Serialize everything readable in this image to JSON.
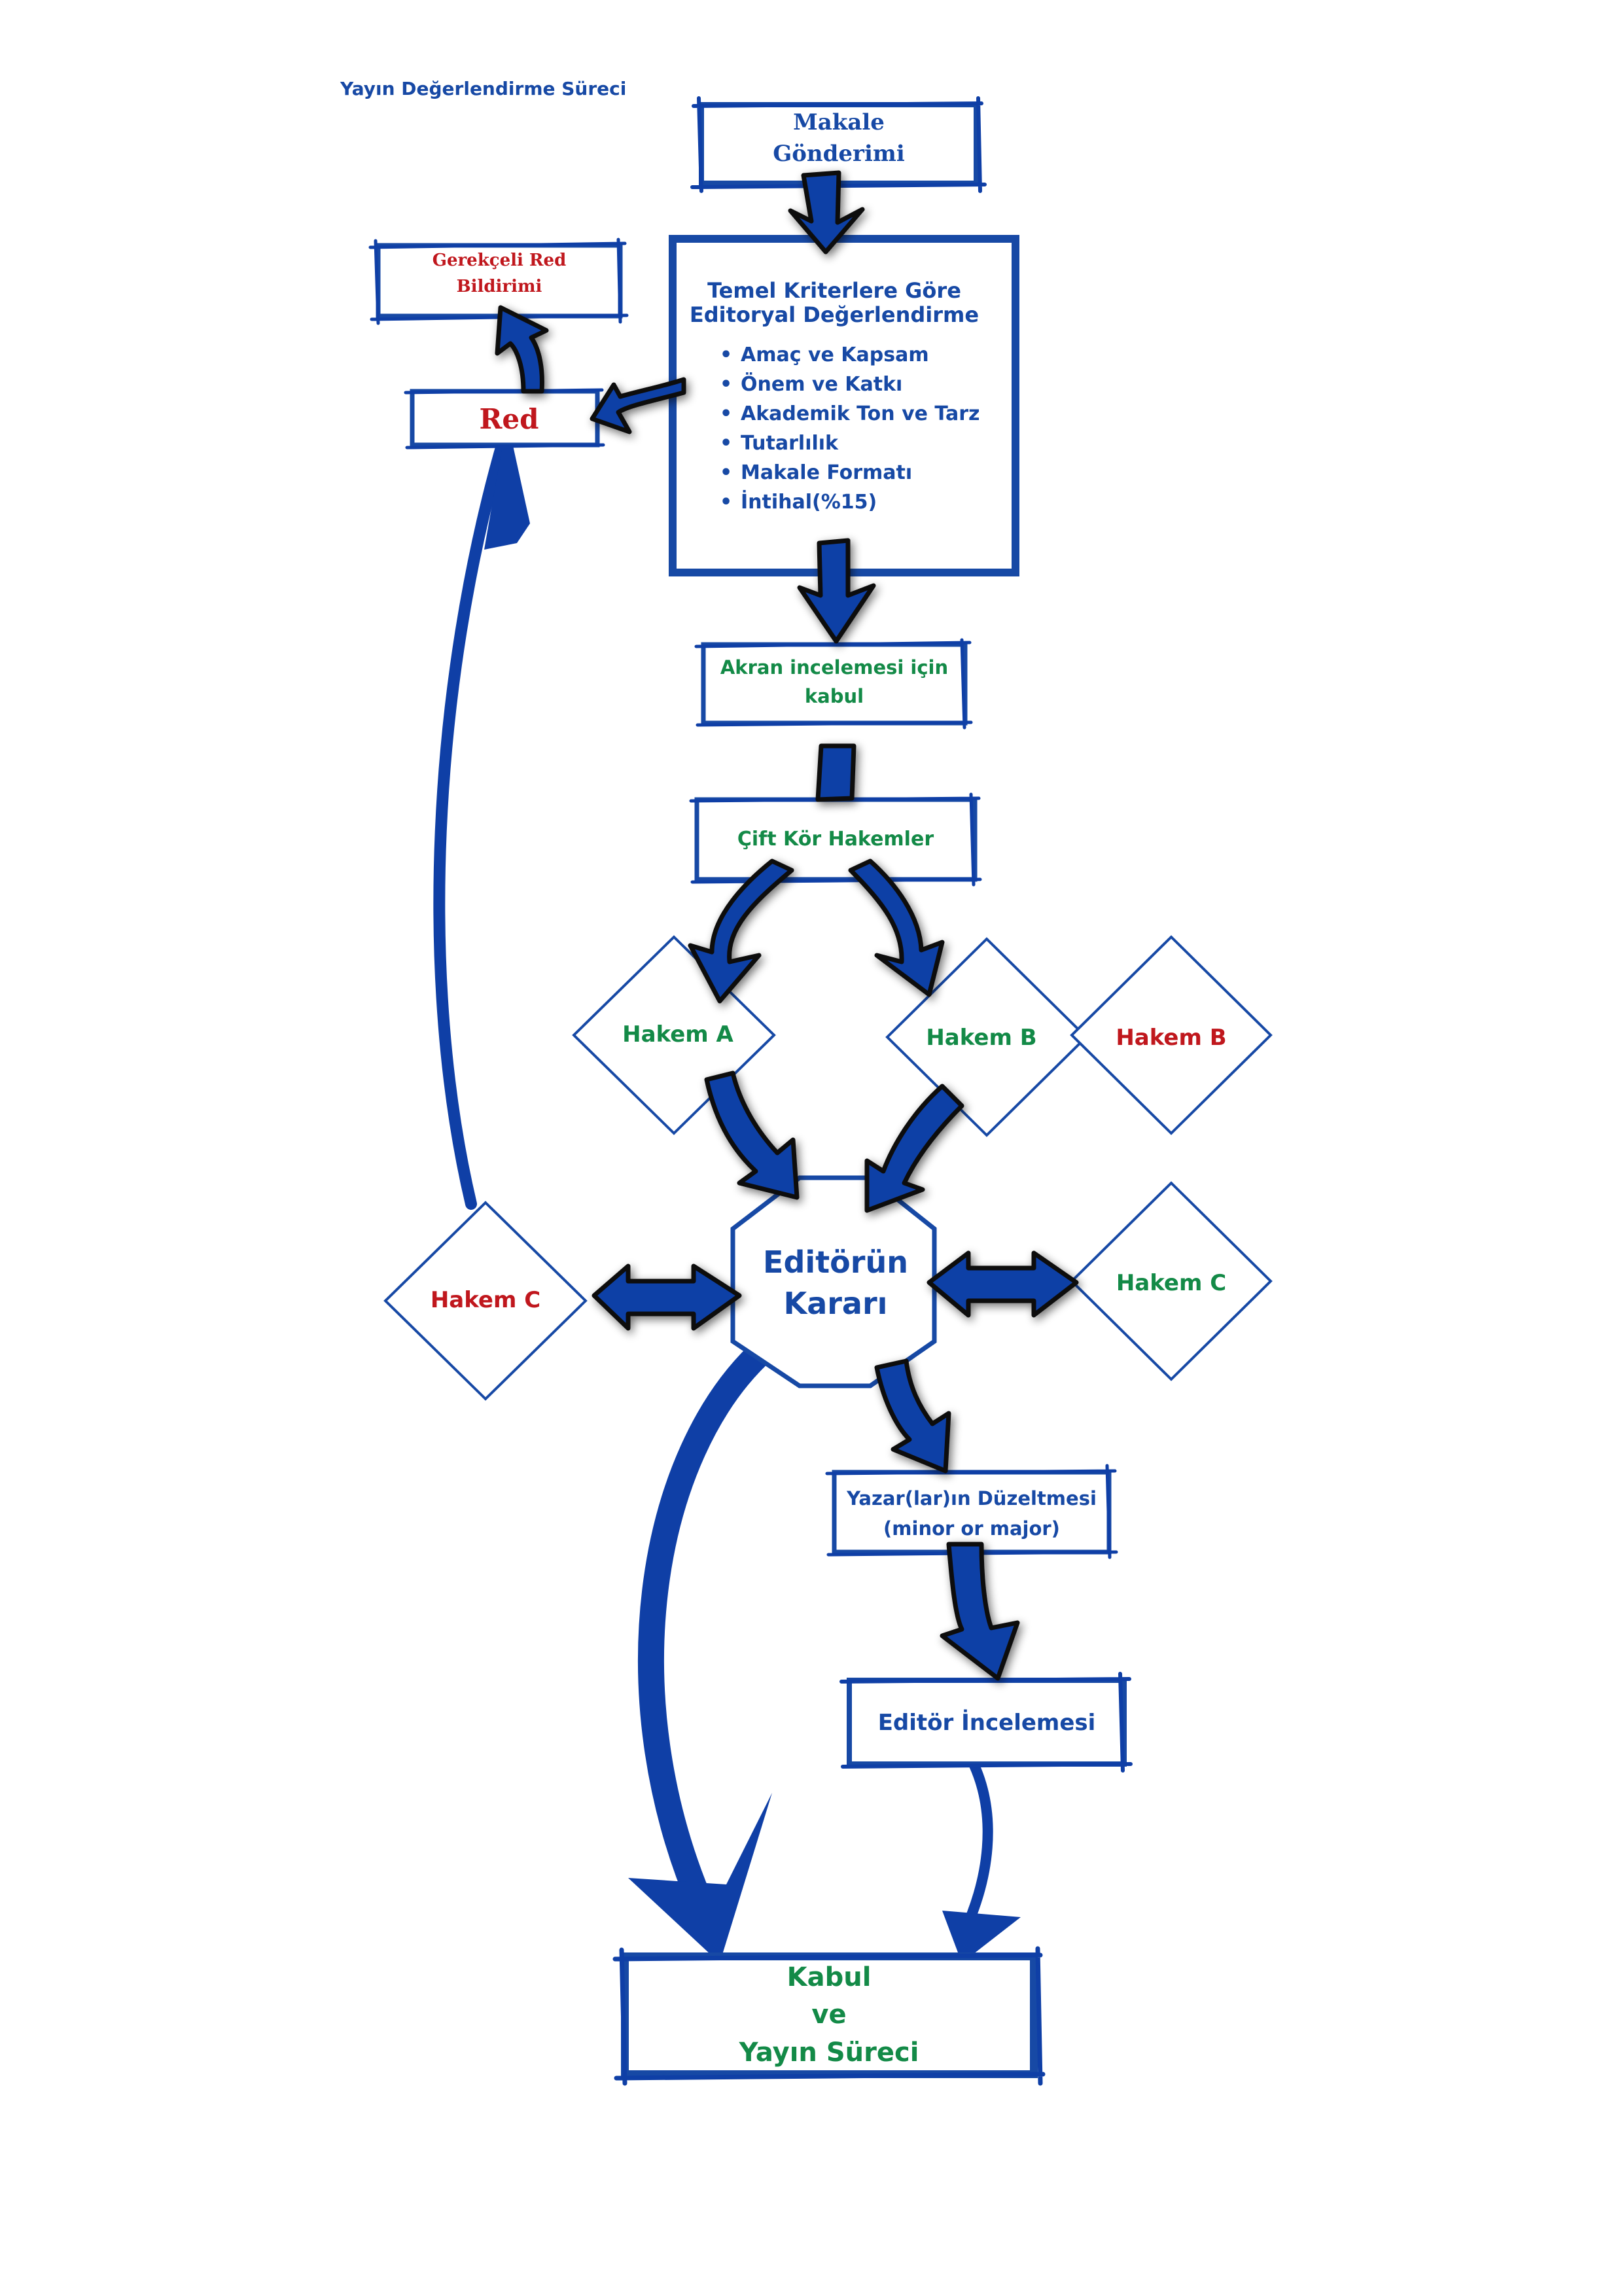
{
  "header": {
    "title": "Yayın Değerlendirme Süreci"
  },
  "nodes": {
    "submission": {
      "line1": "Makale",
      "line2": "Gönderimi"
    },
    "editorial": {
      "title1": "Temel Kriterlere Göre",
      "title2": "Editoryal Değerlendirme",
      "criteria": [
        "Amaç ve Kapsam",
        "Önem ve Katkı",
        "Akademik Ton ve Tarz",
        "Tutarlılık",
        "Makale Formatı",
        "İntihal(%15)"
      ]
    },
    "reasoned_rejection": {
      "line1": "Gerekçeli Red",
      "line2": "Bildirimi"
    },
    "rejection": {
      "label": "Red"
    },
    "peer_review": {
      "line1": "Akran incelemesi için",
      "line2": "kabul"
    },
    "double_blind": {
      "label": "Çift Kör Hakemler"
    },
    "referee_a": {
      "label": "Hakem A"
    },
    "referee_b_green": {
      "label": "Hakem B"
    },
    "referee_b_red": {
      "label": "Hakem B"
    },
    "referee_c_red": {
      "label": "Hakem C"
    },
    "referee_c_green": {
      "label": "Hakem C"
    },
    "editor_decision": {
      "line1": "Editörün",
      "line2": "Kararı"
    },
    "author_revision": {
      "line1": "Yazar(lar)ın Düzeltmesi",
      "line2": "(minor or major)"
    },
    "editor_review": {
      "label": "Editör İncelemesi"
    },
    "acceptance": {
      "line1": "Kabul",
      "line2": "ve",
      "line3": "Yayın Süreci"
    }
  },
  "colors": {
    "frame_blue": "#1749a5",
    "arrow_blue": "#0f3fa6",
    "label_green": "#138a47",
    "label_red": "#c0171d"
  }
}
